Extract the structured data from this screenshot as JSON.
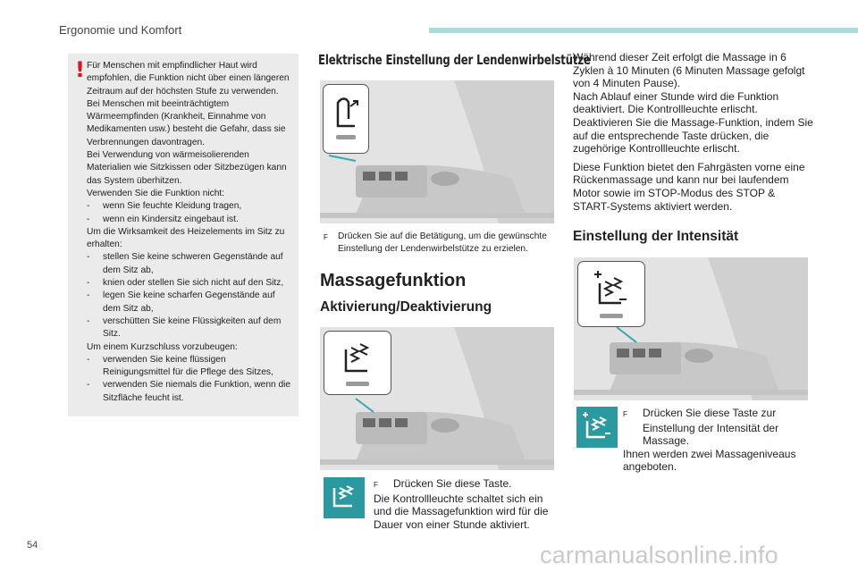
{
  "header": {
    "title": "Ergonomie und Komfort",
    "accent": "#a9dcd9"
  },
  "warning": {
    "icon": "exclamation-icon",
    "p1": "Für Menschen mit empfindlicher Haut wird empfohlen, die Funktion nicht über einen längeren Zeitraum auf der höchsten Stufe zu verwenden.",
    "p2": "Bei Menschen mit beeinträchtigtem Wärmeempfinden (Krankheit, Einnahme von Medikamenten usw.) besteht die Gefahr, dass sie Verbrennungen davontragen.",
    "p3": "Bei Verwendung von wärmeisolierenden Materialien wie Sitzkissen oder Sitzbezügen kann das System überhitzen.",
    "p4": "Verwenden Sie die Funktion nicht:",
    "list1": [
      "wenn Sie feuchte Kleidung tragen,",
      "wenn ein Kindersitz eingebaut ist."
    ],
    "p5": "Um die Wirksamkeit des Heizelements im Sitz zu erhalten:",
    "list2": [
      "stellen Sie keine schweren Gegenstände auf dem Sitz ab,",
      "knien oder stellen Sie sich nicht auf den Sitz,",
      "legen Sie keine scharfen Gegenstände auf dem Sitz ab,",
      "verschütten Sie keine Flüssigkeiten auf dem Sitz."
    ],
    "p6": "Um einem Kurzschluss vorzubeugen:",
    "list3": [
      "verwenden Sie keine flüssigen Reinigungsmittel für die Pflege des Sitzes,",
      "verwenden Sie niemals die Funktion, wenn die Sitzfläche feucht ist."
    ],
    "dash": "-"
  },
  "lumbar": {
    "heading": "Elektrische Einstellung der Lendenwirbelstütze",
    "caption": "Drücken Sie auf die Betätigung, um die gewünschte Einstellung der Lendenwirbelstütze zu erzielen."
  },
  "massage": {
    "heading": "Massagefunktion",
    "activation_heading": "Aktivierung/Deaktivierung",
    "press_text": "Drücken Sie diese Taste.",
    "activation_text": "Die Kontrollleuchte schaltet sich ein und die Massagefunktion wird für die Dauer von einer Stunde aktiviert."
  },
  "right_column": {
    "p1": "Während dieser Zeit erfolgt die Massage in 6 Zyklen à 10 Minuten (6 Minuten Massage gefolgt von 4 Minuten Pause).",
    "p2": "Nach Ablauf einer Stunde wird die Funktion deaktiviert. Die Kontrollleuchte erlischt.",
    "p3": "Deaktivieren Sie die Massage-Funktion, indem Sie auf die entsprechende Taste drücken, die zugehörige Kontrollleuchte erlischt.",
    "p4": "Diese Funktion bietet den Fahrgästen vorne eine Rückenmassage und kann nur bei laufendem Motor sowie im STOP-Modus des STOP & START-Systems aktiviert werden."
  },
  "intensity": {
    "heading": "Einstellung der Intensität",
    "press_text": "Drücken Sie diese Taste zur Einstellung der Intensität der Massage.",
    "levels_text": "Ihnen werden zwei Massageniveaus angeboten."
  },
  "arrow_glyph": "F",
  "page_number": "54",
  "watermark": "carmanualsonline.info",
  "colors": {
    "teal": "#2b9aa0",
    "warning_red": "#e0111a",
    "warning_bg": "#ebebeb"
  }
}
